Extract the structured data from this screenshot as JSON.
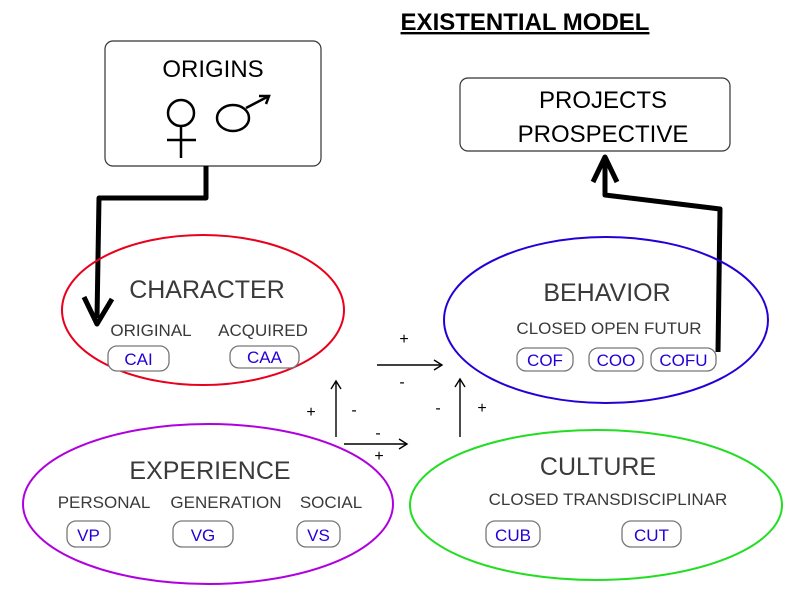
{
  "title": "EXISTENTIAL MODEL",
  "colors": {
    "character": "#e8001c",
    "behavior": "#2200d8",
    "experience": "#b000e0",
    "culture": "#22dd22",
    "badge_text": "#2200d8",
    "badge_border": "#777777"
  },
  "origins": {
    "label": "ORIGINS",
    "symbols": [
      "female-symbol",
      "male-symbol"
    ]
  },
  "projects": {
    "line1": "PROJECTS",
    "line2": "PROSPECTIVE"
  },
  "character": {
    "title": "CHARACTER",
    "labels": [
      "ORIGINAL",
      "ACQUIRED"
    ],
    "badges": [
      "CAI",
      "CAA"
    ]
  },
  "behavior": {
    "title": "BEHAVIOR",
    "subtitle": "CLOSED OPEN FUTUR",
    "badges": [
      "COF",
      "COO",
      "COFU"
    ]
  },
  "experience": {
    "title": "EXPERIENCE",
    "labels": [
      "PERSONAL",
      "GENERATION",
      "SOCIAL"
    ],
    "badges": [
      "VP",
      "VG",
      "VS"
    ]
  },
  "culture": {
    "title": "CULTURE",
    "subtitle": "CLOSED TRANSDISCIPLINAR",
    "badges": [
      "CUB",
      "CUT"
    ]
  },
  "signs": {
    "char_to_behavior_top": "+",
    "char_to_behavior_bottom": "-",
    "exp_to_char_left": "+",
    "exp_to_char_right": "-",
    "exp_to_culture_top": "-",
    "exp_to_culture_bottom": "+",
    "culture_to_behavior_left": "-",
    "culture_to_behavior_right": "+"
  }
}
